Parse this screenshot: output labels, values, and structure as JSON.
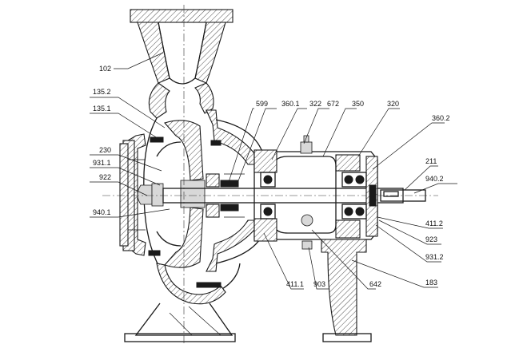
{
  "diagram": {
    "callouts": {
      "c102": "102",
      "c135_2": "135.2",
      "c135_1": "135.1",
      "c230": "230",
      "c931_1": "931.1",
      "c922": "922",
      "c940_1": "940.1",
      "c599": "599",
      "c360_1": "360.1",
      "c322": "322",
      "c672": "672",
      "c350": "350",
      "c320": "320",
      "c360_2": "360.2",
      "c211": "211",
      "c940_2": "940.2",
      "c411_2": "411.2",
      "c923": "923",
      "c931_2": "931.2",
      "c411_1": "411.1",
      "c903": "903",
      "c642": "642",
      "c183": "183"
    }
  }
}
